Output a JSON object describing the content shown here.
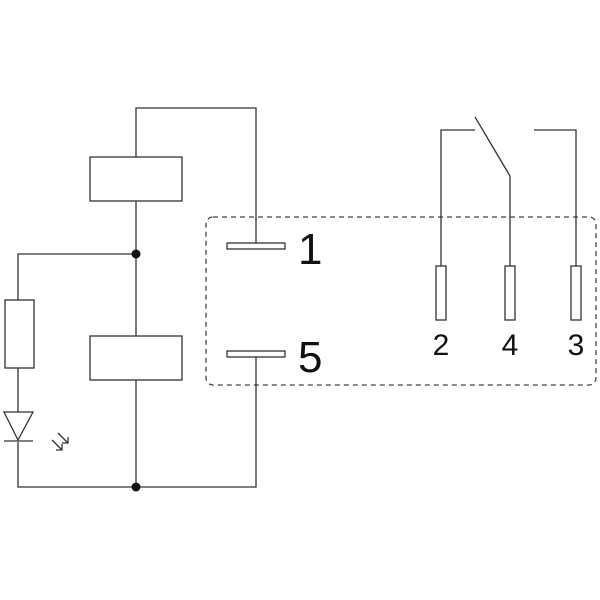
{
  "terminals": {
    "t1": "1",
    "t5": "5",
    "t2": "2",
    "t4": "4",
    "t3": "3"
  },
  "colors": {
    "line": "#333333",
    "dashed_border": "#444444",
    "junction": "#111111",
    "background": "#ffffff"
  },
  "icons": [
    "relay-coil",
    "resistor",
    "led",
    "light-emission-arrows",
    "junction-dot",
    "switch-contact",
    "pin-terminal"
  ]
}
